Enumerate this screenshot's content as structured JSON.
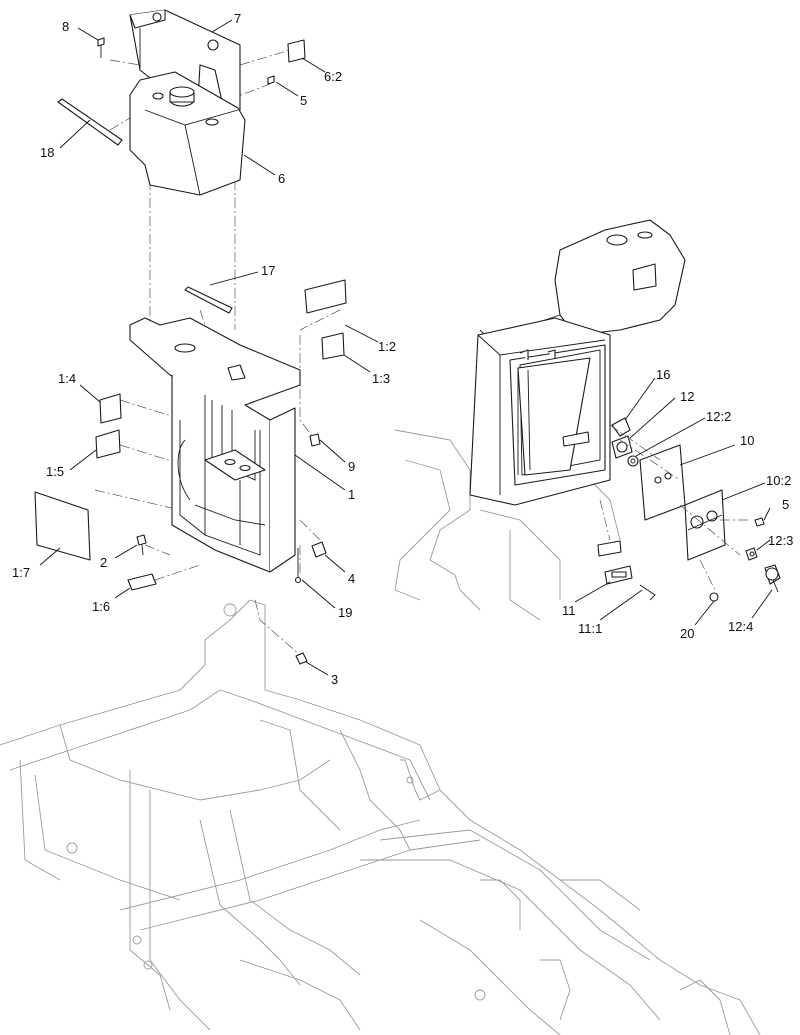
{
  "colors": {
    "line": "#1a1a1a",
    "ghost": "#9a9a9a",
    "background": "#ffffff"
  },
  "callouts": [
    "8",
    "7",
    "6:2",
    "5",
    "18",
    "6",
    "17",
    "1:2",
    "1:3",
    "1:4",
    "9",
    "1:5",
    "1",
    "1:7",
    "2",
    "4",
    "1:6",
    "19",
    "3",
    "16",
    "12",
    "12:2",
    "10",
    "10:2",
    "5",
    "12:3",
    "11",
    "11:1",
    "20",
    "12:4"
  ]
}
